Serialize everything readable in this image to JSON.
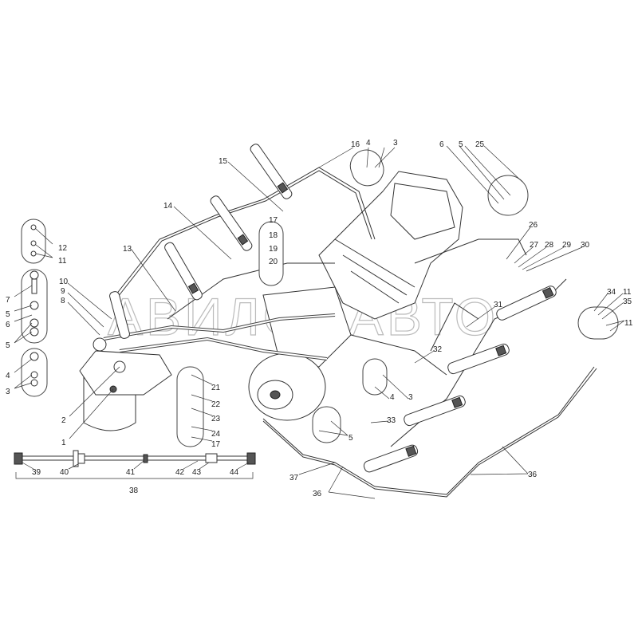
{
  "watermark": "АВИЛОНАВТО",
  "callouts": {
    "c16": "16",
    "c4a": "4",
    "c3a": "3",
    "c15": "15",
    "c14": "14",
    "c17a": "17",
    "c18": "18",
    "c19": "19",
    "c20": "20",
    "c13": "13",
    "c12": "12",
    "c11a": "11",
    "c7": "7",
    "c5a": "5",
    "c6a": "6",
    "c10": "10",
    "c9": "9",
    "c8": "8",
    "c5b": "5",
    "c4b": "4",
    "c3b": "3",
    "c2": "2",
    "c1": "1",
    "c6b": "6",
    "c5c": "5",
    "c25": "25",
    "c26": "26",
    "c27": "27",
    "c28": "28",
    "c29": "29",
    "c30": "30",
    "c31": "31",
    "c34": "34",
    "c11b": "11",
    "c35": "35",
    "c11c": "11",
    "c32": "32",
    "c4c": "4",
    "c3c": "3",
    "c33": "33",
    "c5d": "5",
    "c21": "21",
    "c22": "22",
    "c23": "23",
    "c24": "24",
    "c17b": "17",
    "c39": "39",
    "c40": "40",
    "c41": "41",
    "c42": "42",
    "c43": "43",
    "c44": "44",
    "c38": "38",
    "c37": "37",
    "c36a": "36",
    "c36b": "36"
  }
}
